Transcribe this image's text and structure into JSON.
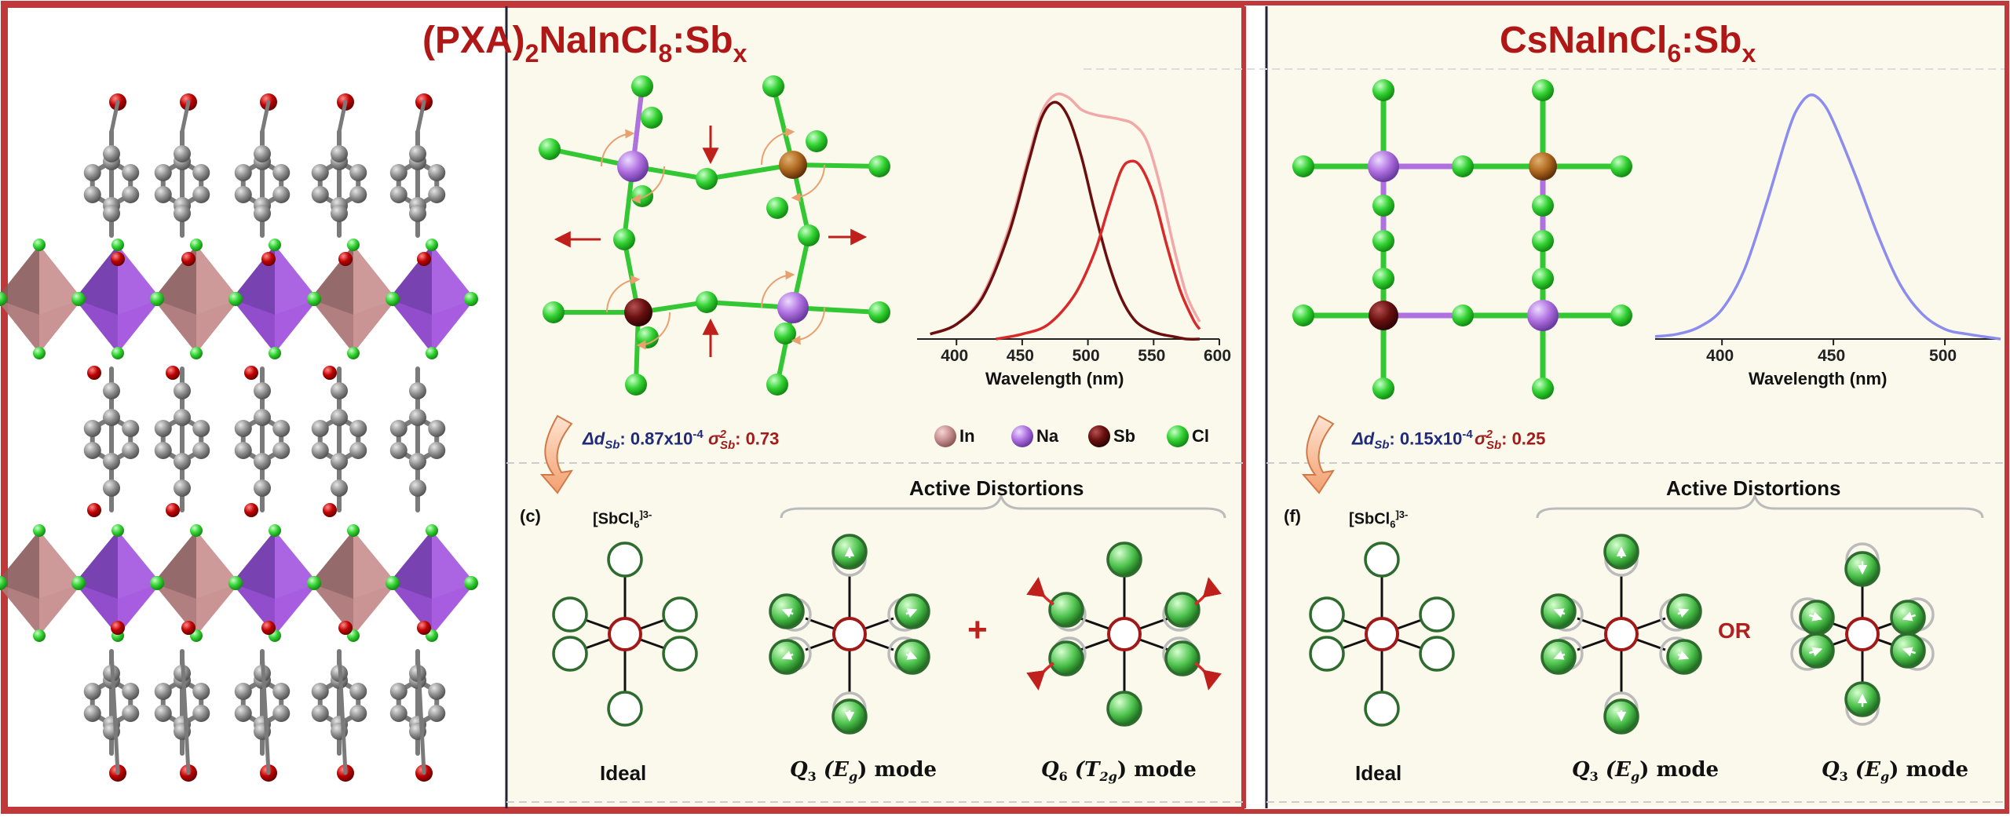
{
  "panel_left_title": "(PXA)",
  "panel_left_title_sub": "2",
  "panel_left_title_rest": "NaInCl",
  "panel_left_title_sub2": "8",
  "panel_left_title_tail": ":Sb",
  "panel_left_title_sub3": "x",
  "panel_right_title": "CsNaInCl",
  "panel_right_title_sub": "6",
  "panel_right_title_tail": ":Sb",
  "panel_right_title_sub2": "x",
  "left_metrics": {
    "delta": "Δd",
    "delta_sub": "Sb",
    "delta_val": ": 0.87x10",
    "delta_exp": "-4",
    "sigma": "σ",
    "sigma_sup": "2",
    "sigma_sub": "Sb",
    "sigma_val": ": 0.73"
  },
  "right_metrics": {
    "delta": "Δd",
    "delta_sub": "Sb",
    "delta_val": ": 0.15x10",
    "delta_exp": "-4",
    "sigma": "σ",
    "sigma_sup": "2",
    "sigma_sub": "Sb",
    "sigma_val": ": 0.25"
  },
  "legend": [
    {
      "label": "In",
      "color": "#c99090"
    },
    {
      "label": "Na",
      "color": "#b070e0"
    },
    {
      "label": "Sb",
      "color": "#6a1010"
    },
    {
      "label": "Cl",
      "color": "#33d233"
    }
  ],
  "panel_c_letter": "(c)",
  "panel_f_letter": "(f)",
  "sbcl6_label": "[SbCl",
  "sbcl6_sub": "6",
  "sbcl6_sup": "]3-",
  "active_distortions": "Active Distortions",
  "ideal_label": "Ideal",
  "mode_q3_left": "Q",
  "mode_q3_left_sub": "3",
  "mode_q3_left_sym": "(E",
  "mode_q3_left_symsub": "g",
  "mode_q3_left_tail": ") mode",
  "mode_q6": "Q",
  "mode_q6_sub": "6",
  "mode_q6_sym": "(T",
  "mode_q6_symsub": "2g",
  "mode_q6_tail": ") mode",
  "plus": "+",
  "or": "OR",
  "colors": {
    "title_red": "#b01818",
    "frame": "#c0383a",
    "na": "#b070e0",
    "in": "#c99090",
    "sb": "#6a1010",
    "cl": "#33d233",
    "carbon": "#8a8a8a",
    "oxygen": "#c00000"
  },
  "chart_data": [
    {
      "type": "line",
      "xlabel": "Wavelength (nm)",
      "ylabel": "",
      "xlim": [
        370,
        600
      ],
      "ylim": [
        0,
        1.05
      ],
      "xticks": [
        400,
        450,
        500,
        550,
        600
      ],
      "series": [
        {
          "name": "",
          "color": "#f2a8a8",
          "x": [
            380,
            400,
            420,
            440,
            455,
            465,
            475,
            485,
            495,
            505,
            515,
            525,
            535,
            545,
            555,
            565,
            575,
            585
          ],
          "y": [
            0.02,
            0.06,
            0.18,
            0.45,
            0.74,
            0.92,
            0.99,
            0.98,
            0.93,
            0.91,
            0.9,
            0.89,
            0.87,
            0.8,
            0.62,
            0.38,
            0.18,
            0.07
          ]
        },
        {
          "name": "",
          "color": "#6a0e0e",
          "x": [
            380,
            400,
            420,
            440,
            455,
            465,
            475,
            485,
            495,
            505,
            515,
            525,
            535,
            545,
            555,
            565,
            575,
            585
          ],
          "y": [
            0.02,
            0.06,
            0.17,
            0.43,
            0.72,
            0.9,
            0.96,
            0.9,
            0.74,
            0.52,
            0.32,
            0.17,
            0.08,
            0.04,
            0.02,
            0.01,
            0.0,
            0.0
          ]
        },
        {
          "name": "",
          "color": "#d82a2a",
          "x": [
            430,
            450,
            470,
            490,
            505,
            515,
            525,
            532,
            540,
            550,
            560,
            570,
            580,
            585
          ],
          "y": [
            0.0,
            0.02,
            0.06,
            0.18,
            0.35,
            0.52,
            0.68,
            0.72,
            0.7,
            0.58,
            0.38,
            0.2,
            0.08,
            0.04
          ]
        }
      ]
    },
    {
      "type": "line",
      "xlabel": "Wavelength (nm)",
      "ylabel": "",
      "xlim": [
        370,
        525
      ],
      "ylim": [
        0,
        1.05
      ],
      "xticks": [
        400,
        450,
        500
      ],
      "series": [
        {
          "name": "",
          "color": "#8c8cf0",
          "x": [
            370,
            380,
            390,
            400,
            410,
            420,
            430,
            435,
            440,
            445,
            450,
            460,
            470,
            480,
            490,
            500,
            510,
            525
          ],
          "y": [
            0.01,
            0.02,
            0.05,
            0.12,
            0.28,
            0.55,
            0.85,
            0.95,
            0.99,
            0.96,
            0.88,
            0.66,
            0.42,
            0.22,
            0.1,
            0.04,
            0.02,
            0.0
          ]
        }
      ]
    }
  ]
}
